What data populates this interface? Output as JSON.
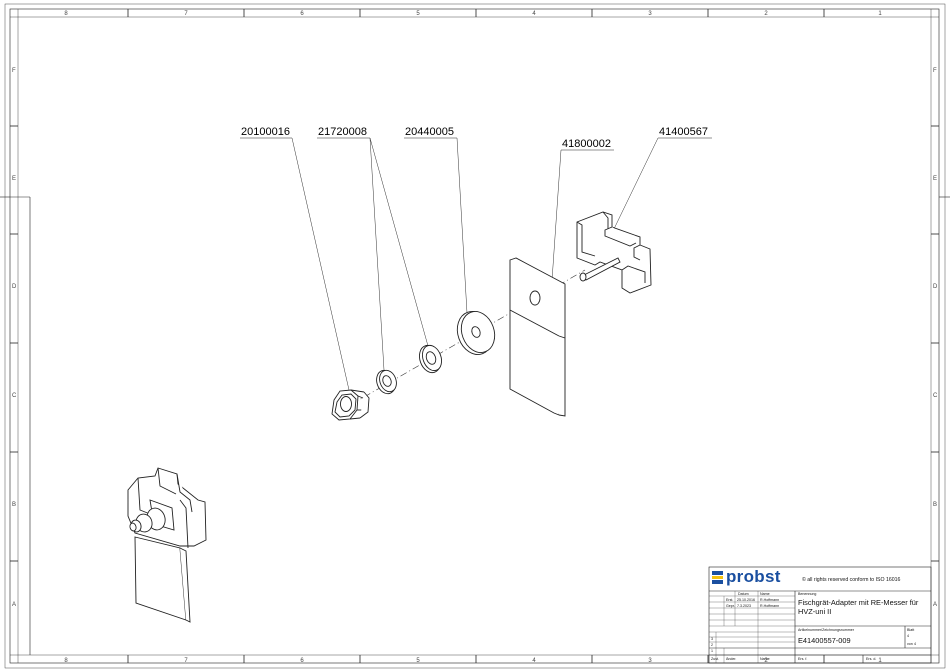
{
  "zones": {
    "columns": [
      "8",
      "7",
      "6",
      "5",
      "4",
      "3",
      "2",
      "1"
    ],
    "rows": [
      "F",
      "E",
      "D",
      "C",
      "B",
      "A"
    ]
  },
  "parts": [
    {
      "number": "20100016",
      "item": "nut"
    },
    {
      "number": "21720008",
      "item": "washers"
    },
    {
      "number": "20440005",
      "item": "large washer"
    },
    {
      "number": "41800002",
      "item": "blade"
    },
    {
      "number": "41400567",
      "item": "adapter"
    }
  ],
  "title_block": {
    "brand": "probst",
    "copyright": "© all rights reserved conform to ISO 16016",
    "headers": {
      "date": "Datum",
      "name": "Name"
    },
    "rows": [
      {
        "label": "Erst.",
        "date": "25.10.2016",
        "name": "R.Hoffmann"
      },
      {
        "label": "Gepr.",
        "date": "7.3.2023",
        "name": "R.Hoffmann"
      }
    ],
    "designation_label": "Benennung",
    "designation_line1": "Fischgrät-Adapter mit RE-Messer für",
    "designation_line2": "HVZ-uni II",
    "article_label": "Artikelnummer/Zeichnungsnummer",
    "drawing_number": "E41400557-009",
    "sheet_label": "Blatt",
    "sheet_value": "4",
    "of_label": "von",
    "of_value": "4",
    "revision_rows": [
      "3",
      "2",
      "1"
    ],
    "footer": {
      "zust": "Zust.",
      "aend": "Änder.",
      "name_col": "Name",
      "ers_fuer": "Ers. f.",
      "ers_durch": "Ers. d."
    },
    "colors": {
      "brand_blue": "#1a4fa0",
      "brand_yellow": "#f4c20d"
    }
  }
}
